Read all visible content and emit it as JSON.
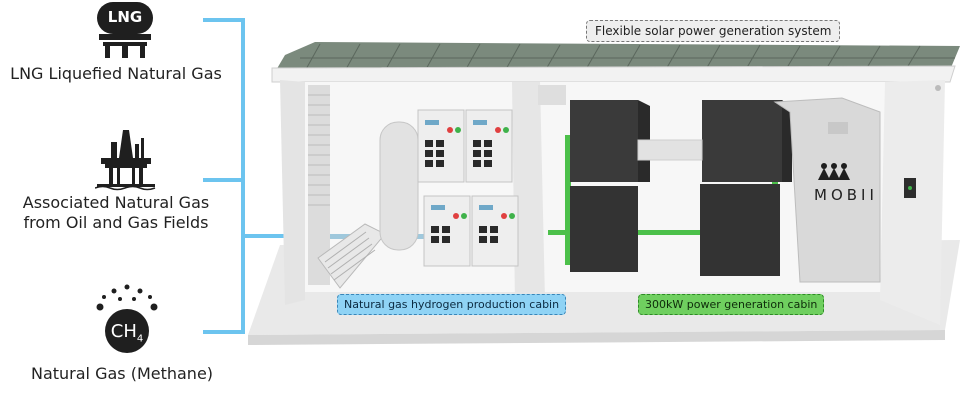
{
  "sources": [
    {
      "label": "LNG Liquefied Natural Gas",
      "icon": "lng-tank-icon",
      "icon_text": "LNG"
    },
    {
      "label_line1": "Associated Natural Gas",
      "label_line2": "from Oil and Gas Fields",
      "icon": "oil-rig-icon"
    },
    {
      "label": "Natural Gas (Methane)",
      "icon": "methane-molecule-icon",
      "icon_text": "CH",
      "icon_subscript": "4"
    }
  ],
  "labels": {
    "roof": "Flexible solar power generation system",
    "hydrogen_cabin": "Natural gas hydrogen production cabin",
    "power_cabin": "300kW power generation cabin"
  },
  "brand": "MOBII",
  "colors": {
    "pipe_blue": "#6cc4ef",
    "pipe_green": "#4cc04a",
    "tag_blue": "#8fd3f5",
    "tag_green": "#6fcf5f"
  }
}
